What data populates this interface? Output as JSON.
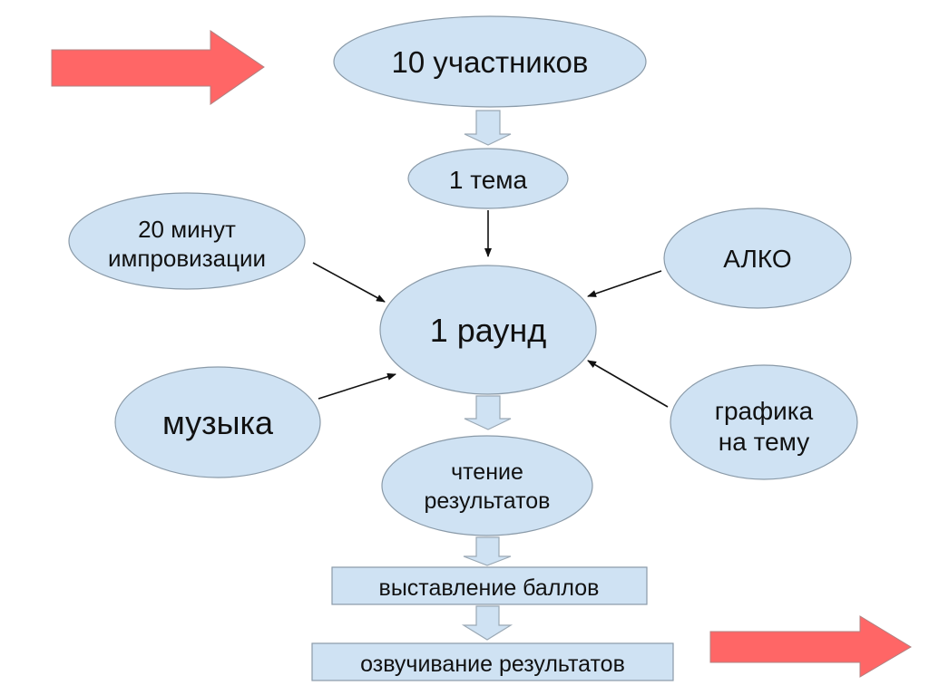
{
  "colors": {
    "node_fill": "#cfe2f3",
    "node_stroke": "#8a9aa8",
    "block_arrow_fill": "#cfe2f3",
    "block_arrow_stroke": "#9aa8b4",
    "nav_arrow_fill": "#ff6666",
    "nav_arrow_stroke": "#b08080",
    "connector": "#111111"
  },
  "nodes": {
    "participants": "10 участников",
    "theme": "1 тема",
    "improv_line1": "20 минут",
    "improv_line2": "импровизации",
    "round": "1 раунд",
    "alko": "АЛКО",
    "music": "музыка",
    "graphics_line1": "графика",
    "graphics_line2": "на тему",
    "reading_line1": "чтение",
    "reading_line2": "результатов",
    "scoring": "выставление баллов",
    "announce": "озвучивание результатов"
  },
  "navigation": {
    "top_left_arrow": "arrow-right-icon",
    "bottom_right_arrow": "arrow-right-icon"
  }
}
